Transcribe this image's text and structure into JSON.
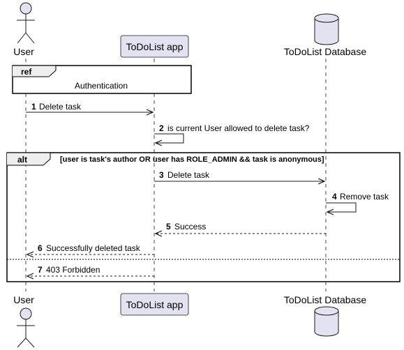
{
  "participants": {
    "user": {
      "label": "User",
      "shape": "actor-stick-figure"
    },
    "app": {
      "label": "ToDoList app",
      "shape": "participant-box"
    },
    "db": {
      "label": "ToDoList Database",
      "shape": "database-cylinder"
    }
  },
  "ref_frame": {
    "keyword": "ref",
    "text": "Authentication"
  },
  "alt_frame": {
    "keyword": "alt",
    "guard": "[user is task's author OR user has ROLE_ADMIN && task is anonymous]"
  },
  "messages": [
    {
      "number": "1",
      "text": "Delete task",
      "from": "user",
      "to": "app",
      "style": "solid"
    },
    {
      "number": "2",
      "text": "is current User allowed to delete task?",
      "from": "app",
      "to": "app",
      "style": "solid"
    },
    {
      "number": "3",
      "text": "Delete task",
      "from": "app",
      "to": "db",
      "style": "solid"
    },
    {
      "number": "4",
      "text": "Remove task",
      "from": "db",
      "to": "db",
      "style": "solid"
    },
    {
      "number": "5",
      "text": "Success",
      "from": "db",
      "to": "app",
      "style": "dashed"
    },
    {
      "number": "6",
      "text": "Successfully deleted task",
      "from": "app",
      "to": "user",
      "style": "dashed"
    },
    {
      "number": "7",
      "text": "403 Forbidden",
      "from": "app",
      "to": "user",
      "style": "dashed"
    }
  ],
  "colors": {
    "participant_fill": "#E2E2F0",
    "participant_border": "#181818",
    "lifeline": "#181818",
    "frame_border": "#000000"
  }
}
